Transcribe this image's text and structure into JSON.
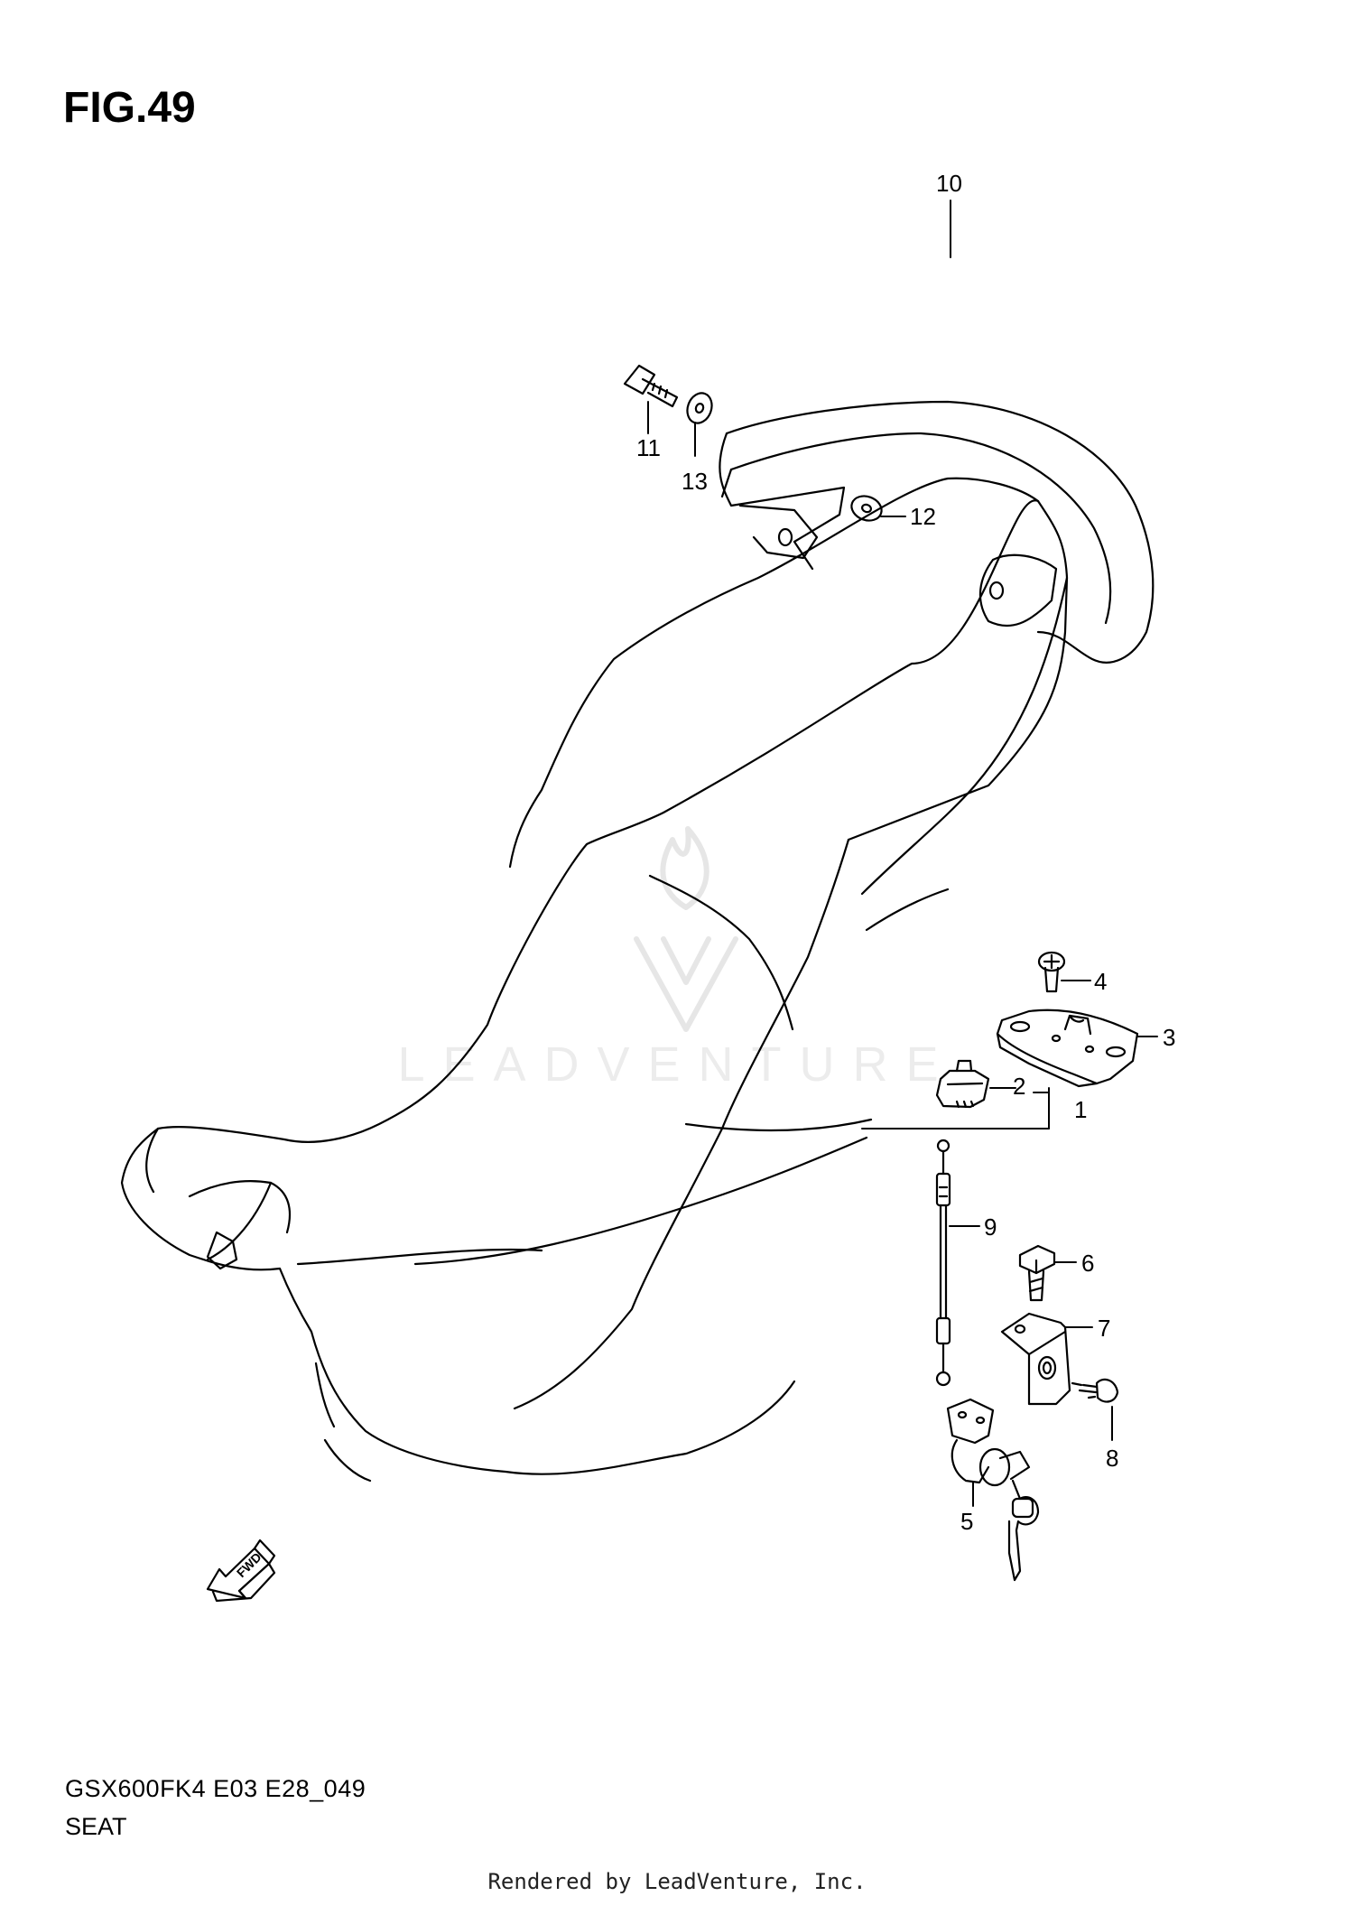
{
  "figure": {
    "title": "FIG.49",
    "code": "GSX600FK4 E03 E28_049",
    "name": "SEAT"
  },
  "watermark": {
    "brand": "LEADVENTURE"
  },
  "render_credit": "Rendered by LeadVenture, Inc.",
  "fwd_label": "FWD",
  "callouts": {
    "c1": "1",
    "c2": "2",
    "c3": "3",
    "c4": "4",
    "c5": "5",
    "c6": "6",
    "c7": "7",
    "c8": "8",
    "c9": "9",
    "c10": "10",
    "c11": "11",
    "c12": "12",
    "c13": "13"
  },
  "colors": {
    "line": "#000000",
    "watermark": "#e8e8e8"
  }
}
